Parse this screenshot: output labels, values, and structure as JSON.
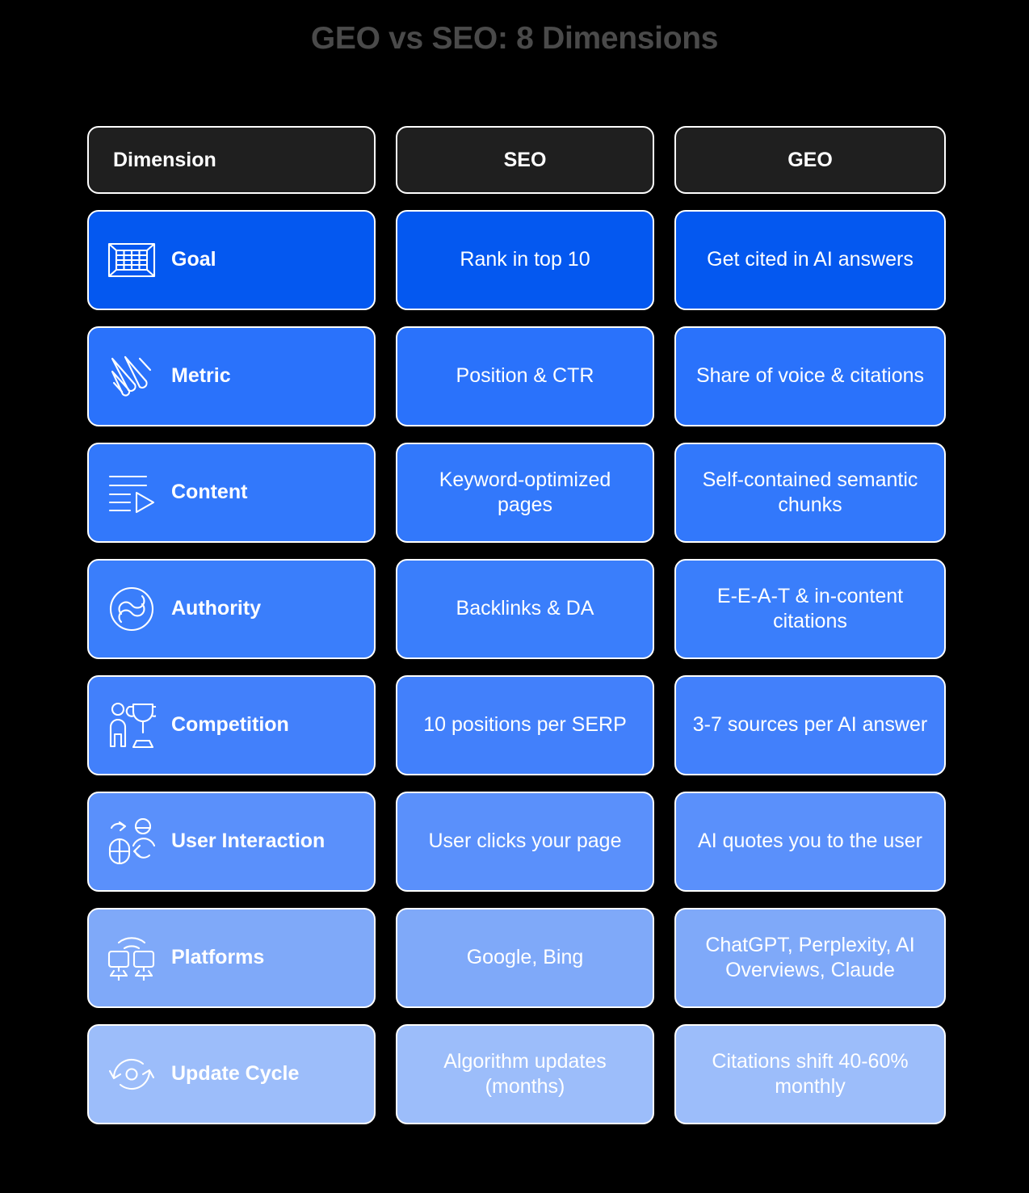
{
  "title": "GEO vs SEO: 8 Dimensions",
  "theme": {
    "background": "#000000",
    "title_color": "#4a4a4a",
    "header_fill": "#1f1f1f",
    "border_color": "#ffffff",
    "text_color": "#ffffff",
    "row_colors": [
      "#0458f0",
      "#2a72fb",
      "#3278fb",
      "#3a7efb",
      "#4280fb",
      "#5a90fb",
      "#7fa9f9",
      "#9cbdfa"
    ]
  },
  "table": {
    "headers": [
      "Dimension",
      "SEO",
      "GEO"
    ],
    "rows": [
      {
        "icon": "soccer-goal-icon",
        "dimension": "Goal",
        "seo": "Rank in top 10",
        "geo": "Get cited in AI answers",
        "color": "#0458f0"
      },
      {
        "icon": "meteor-streaks-icon",
        "dimension": "Metric",
        "seo": "Position & CTR",
        "geo": "Share of voice & citations",
        "color": "#2a72fb"
      },
      {
        "icon": "content-lines-play-icon",
        "dimension": "Content",
        "seo": "Keyword-optimized pages",
        "geo": "Self-contained semantic chunks",
        "color": "#3278fb"
      },
      {
        "icon": "authority-link-circle-icon",
        "dimension": "Authority",
        "seo": "Backlinks & DA",
        "geo": "E-E-A-T & in-content citations",
        "color": "#3a7efb"
      },
      {
        "icon": "person-trophy-icon",
        "dimension": "Competition",
        "seo": "10 positions per SERP",
        "geo": "3-7 sources per AI answer",
        "color": "#4280fb"
      },
      {
        "icon": "mouse-person-arrows-icon",
        "dimension": "User Interaction",
        "seo": "User clicks your page",
        "geo": "AI quotes you to the user",
        "color": "#5a90fb"
      },
      {
        "icon": "two-monitors-wifi-icon",
        "dimension": "Platforms",
        "seo": "Google, Bing",
        "geo": "ChatGPT, Perplexity, AI Overviews, Claude",
        "color": "#7fa9f9"
      },
      {
        "icon": "refresh-cycle-icon",
        "dimension": "Update Cycle",
        "seo": "Algorithm updates (months)",
        "geo": "Citations shift 40-60% monthly",
        "color": "#9cbdfa"
      }
    ]
  }
}
